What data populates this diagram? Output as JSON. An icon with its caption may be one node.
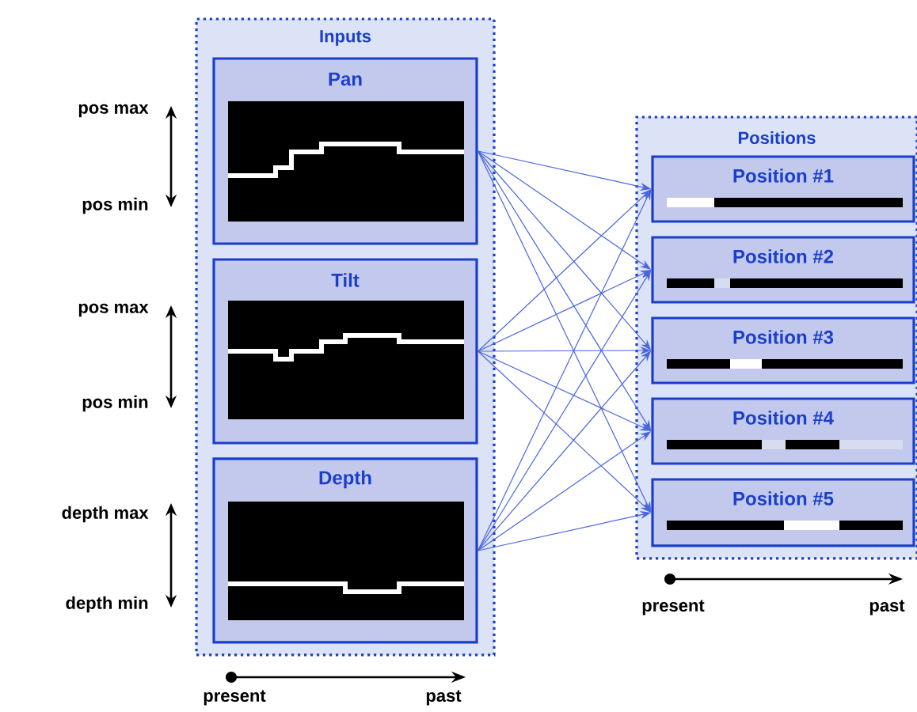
{
  "diagram": {
    "nodes": [
      {
        "text": [
          "Inputs"
        ]
      },
      {
        "text": [
          "Pan"
        ],
        "in": 0
      },
      {
        "text": [
          "Tilt"
        ],
        "in": 0
      },
      {
        "text": [
          "Depth"
        ],
        "in": 0
      },
      {
        "text": [
          "Positions"
        ]
      },
      {
        "text": [
          "Position #1"
        ],
        "in": 4
      },
      {
        "text": [
          "Position #2"
        ],
        "in": 4
      },
      {
        "text": [
          "Position #3"
        ],
        "in": 4
      },
      {
        "text": [
          "Position #4"
        ],
        "in": 4
      },
      {
        "text": [
          "Position #5"
        ],
        "in": 4
      }
    ],
    "edges": [
      {
        "from": 1,
        "to": 5,
        "arrow": "to"
      },
      {
        "from": 1,
        "to": 6,
        "arrow": "to"
      },
      {
        "from": 1,
        "to": 7,
        "arrow": "to"
      },
      {
        "from": 1,
        "to": 8,
        "arrow": "to"
      },
      {
        "from": 1,
        "to": 9,
        "arrow": "to"
      },
      {
        "from": 2,
        "to": 5,
        "arrow": "to"
      },
      {
        "from": 2,
        "to": 6,
        "arrow": "to"
      },
      {
        "from": 2,
        "to": 7,
        "arrow": "to"
      },
      {
        "from": 2,
        "to": 8,
        "arrow": "to"
      },
      {
        "from": 2,
        "to": 9,
        "arrow": "to"
      },
      {
        "from": 3,
        "to": 5,
        "arrow": "to"
      },
      {
        "from": 3,
        "to": 6,
        "arrow": "to"
      },
      {
        "from": 3,
        "to": 7,
        "arrow": "to"
      },
      {
        "from": 3,
        "to": 8,
        "arrow": "to"
      },
      {
        "from": 3,
        "to": 9,
        "arrow": "to"
      }
    ],
    "labels": [
      "pos max",
      "pos min",
      "pos max",
      "pos min",
      "depth max",
      "depth min",
      "present",
      "past",
      "present",
      "past"
    ]
  }
}
